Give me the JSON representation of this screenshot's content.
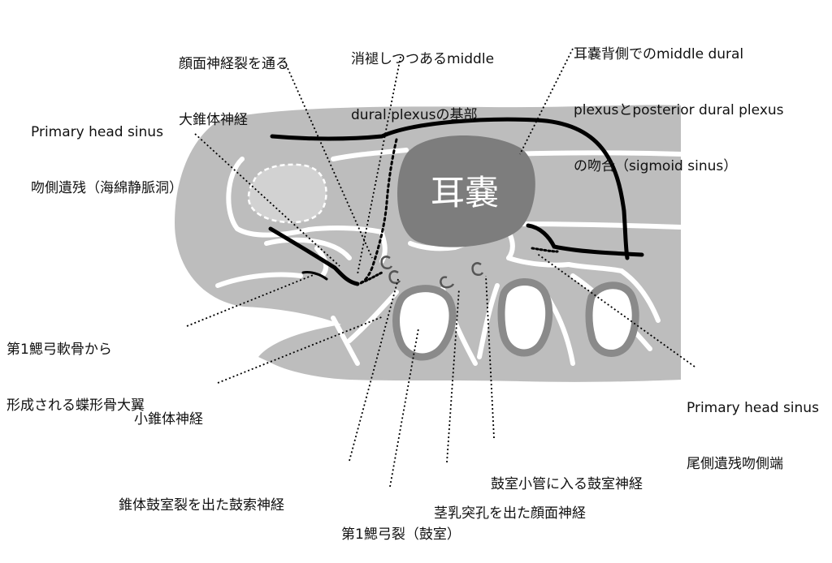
{
  "diagram": {
    "center_label": "耳嚢",
    "labels": {
      "greater_petrosal": [
        "顔面神経裂を通る",
        "大錐体神経"
      ],
      "middle_dural_base": [
        "消褪しつつあるmiddle",
        "dural plexusの基部"
      ],
      "sigmoid": [
        "耳嚢背側でのmiddle dural",
        "plexusとposterior dural plexus",
        "の吻合（sigmoid sinus）"
      ],
      "phs_rostral": [
        "Primary head sinus",
        "吻側遺残（海綿静脈洞）"
      ],
      "sphenoid": [
        "第1鰓弓軟骨から",
        "形成される蝶形骨大翼"
      ],
      "lesser_petrosal": [
        "小錐体神経"
      ],
      "phs_caudal": [
        "Primary head sinus",
        "尾側遺残吻側端"
      ],
      "tympanic_nerve": [
        "鼓室小管に入る鼓室神経"
      ],
      "chorda_tympani": [
        "錐体鼓室裂を出た鼓索神経"
      ],
      "facial_nerve": [
        "茎乳突孔を出た顔面神経"
      ],
      "first_cleft": [
        "第1鰓弓裂（鼓室）"
      ]
    }
  },
  "colors": {
    "tissue": "#bdbdbd",
    "capsule": "#7d7d7d",
    "ring": "#8a8a8a",
    "line": "#000000",
    "cartilage_outline": "#ffffff"
  }
}
